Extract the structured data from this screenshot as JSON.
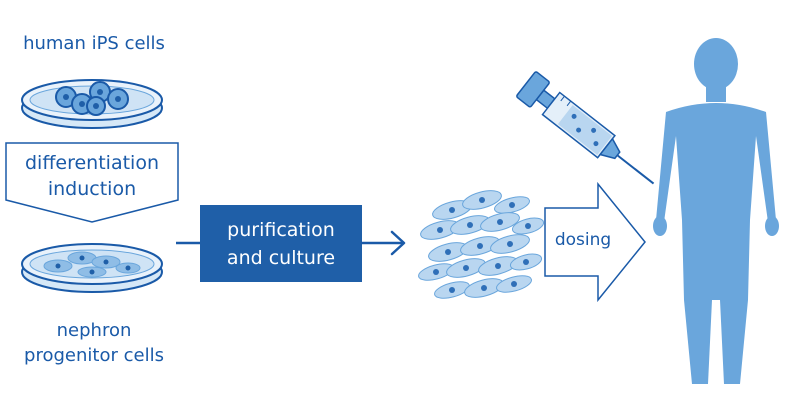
{
  "labels": {
    "ips_cells": "human iPS cells",
    "differentiation_line1": "differentiation",
    "differentiation_line2": "induction",
    "nephron_line1": "nephron",
    "nephron_line2": "progenitor cells",
    "purification_line1": "purification",
    "purification_line2": "and culture",
    "dosing": "dosing"
  },
  "colors": {
    "primary_blue": "#1a5aa8",
    "light_blue": "#6aa6dc",
    "pale_blue": "#d6e8f7",
    "box_fill": "#1f5fa8"
  }
}
